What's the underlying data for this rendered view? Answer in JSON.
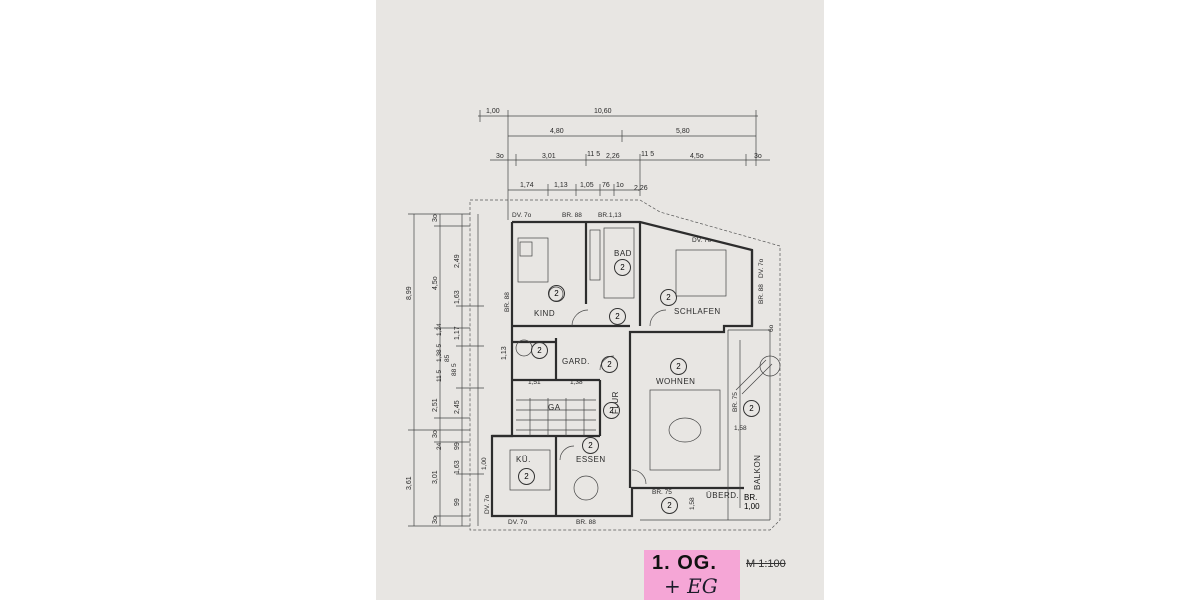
{
  "plan": {
    "dims_top_row1": [
      "1,00",
      "10,60"
    ],
    "dims_top_row2": [
      "4,80",
      "5,80"
    ],
    "dims_top_row3": [
      "3o",
      "3,01",
      "11 5",
      "2,26",
      "11 5",
      "4,5o",
      "3o"
    ],
    "dims_top_row4": [
      "1,74",
      "1,13",
      "1,05",
      "76",
      "1o",
      "2,26"
    ],
    "dims_left_outer": [
      "8,99",
      "3,61"
    ],
    "dims_left_mid": [
      "3o",
      "4,5o",
      "2,51",
      "3o",
      "3,01",
      "3o"
    ],
    "dims_left_inner": [
      "2,49",
      "1,63",
      "1,17",
      "1,13",
      "2,45",
      "99",
      "1,63",
      "99"
    ],
    "dims_left_tiny": [
      "1,24",
      "1,38 5",
      "85",
      "11 5",
      "24",
      "88 5",
      "1,00"
    ],
    "openings": [
      "DV. 7o",
      "BR. 88",
      "BR.1,13",
      "DV. 7o",
      "DV. 7o",
      "BR. 88",
      "BR. 88",
      "BR. 75",
      "BR. 75",
      "DV. 7o",
      "BR. 88",
      "DV. 7o",
      "BR. 1,00"
    ],
    "rooms": [
      "KIND",
      "BAD",
      "SCHLAFEN",
      "GARD.",
      "WOHNEN",
      "FLUR",
      "GA",
      "KÜ.",
      "ESSEN",
      "BALKON",
      "ÜBERD."
    ],
    "room_marker": "2",
    "misc": [
      "1,51",
      "1,38",
      "1,58",
      "1,58",
      "6o"
    ]
  },
  "annotation": {
    "label": "1. OG.",
    "scale_struck": "M 1:100",
    "handwritten": "+ EG"
  },
  "colors": {
    "paper": "#e8e6e3",
    "line": "#2d2d2d",
    "sticker": "#f5a6d6"
  }
}
